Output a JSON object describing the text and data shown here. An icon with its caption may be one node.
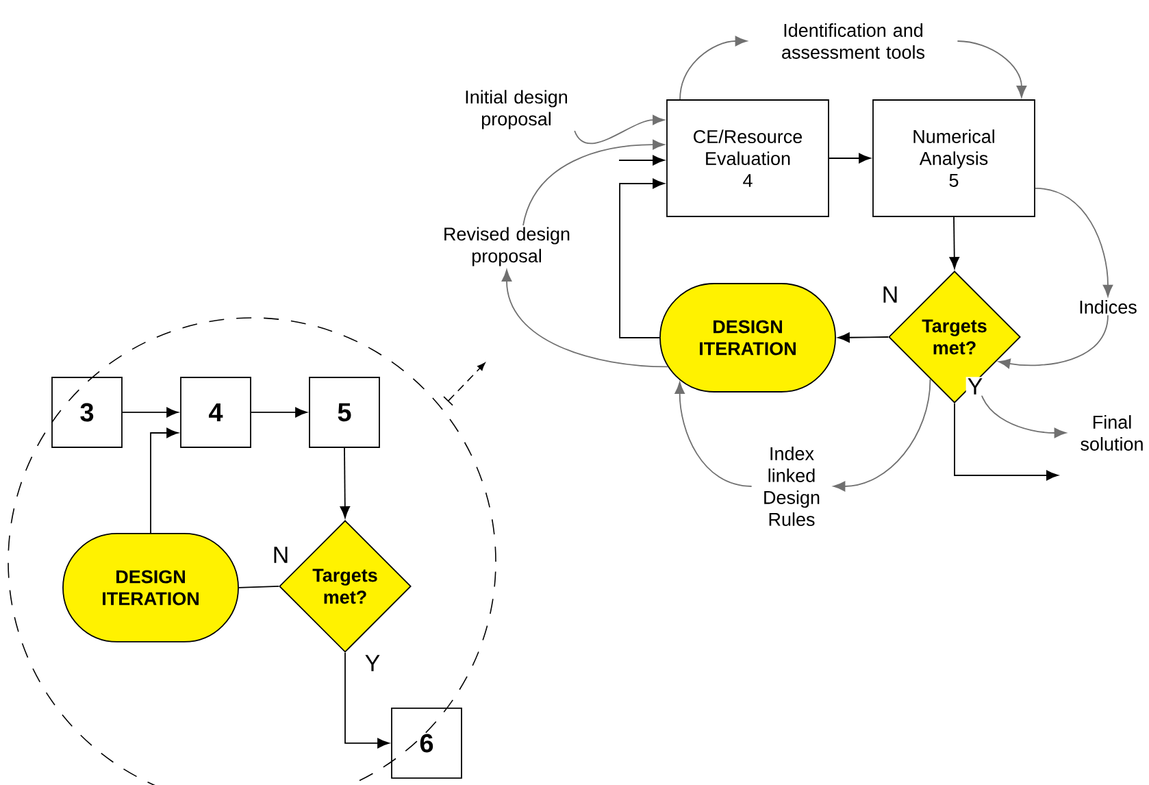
{
  "diagram": {
    "nodes": [
      {
        "text": [
          "Identification and assessment tools"
        ]
      },
      {
        "text": [
          "Initial design proposal"
        ]
      },
      {
        "text": [
          "Revised design proposal"
        ]
      },
      {
        "text": [
          "CE/Resource Evaluation",
          "4"
        ]
      },
      {
        "text": [
          "Numerical Analysis",
          "5"
        ]
      },
      {
        "text": [
          "DESIGN ITERATION"
        ]
      },
      {
        "text": [
          "Targets met?"
        ]
      },
      {
        "text": [
          "Indices"
        ]
      },
      {
        "text": [
          "Final solution"
        ]
      },
      {
        "text": [
          "Index linked Design Rules"
        ]
      },
      {
        "text": [
          "3"
        ]
      },
      {
        "text": [
          "4"
        ]
      },
      {
        "text": [
          "5"
        ]
      },
      {
        "text": [
          "DESIGN ITERATION"
        ]
      },
      {
        "text": [
          "Targets met?"
        ]
      },
      {
        "text": [
          "6"
        ]
      }
    ],
    "edges": [
      {
        "from": 3,
        "to": 0,
        "arrow": "to",
        "color": "#707070"
      },
      {
        "from": 0,
        "to": 4,
        "arrow": "to",
        "color": "#707070"
      },
      {
        "from": 1,
        "to": 3,
        "arrow": "to",
        "color": "#707070"
      },
      {
        "from": 5,
        "to": 2,
        "arrow": "to",
        "color": "#707070"
      },
      {
        "from": 2,
        "to": 3,
        "arrow": "to",
        "color": "#707070"
      },
      {
        "from": 4,
        "to": 7,
        "arrow": "to",
        "color": "#707070"
      },
      {
        "from": 7,
        "to": 6,
        "arrow": "to",
        "color": "#707070"
      },
      {
        "from": 6,
        "to": 8,
        "arrow": "to",
        "color": "#707070"
      },
      {
        "from": 6,
        "to": 9,
        "arrow": "to",
        "color": "#707070"
      },
      {
        "from": 9,
        "to": 5,
        "arrow": "to",
        "color": "#707070"
      },
      {
        "from": null,
        "to": 3,
        "arrow": "to"
      },
      {
        "from": 3,
        "to": 4,
        "arrow": "to"
      },
      {
        "from": 4,
        "to": 6,
        "arrow": "to"
      },
      {
        "from": 6,
        "to": 5,
        "arrow": "to",
        "label": "N"
      },
      {
        "from": 5,
        "to": 3,
        "arrow": "to"
      },
      {
        "from": 6,
        "to": null,
        "arrow": "to",
        "label": "Y"
      },
      {
        "from": 10,
        "to": 11,
        "arrow": "to"
      },
      {
        "from": 13,
        "to": 11,
        "arrow": "to"
      },
      {
        "from": 11,
        "to": 12,
        "arrow": "to"
      },
      {
        "from": 12,
        "to": 14,
        "arrow": "to"
      },
      {
        "from": 14,
        "to": 13,
        "arrow": "none",
        "label": "N"
      },
      {
        "from": 14,
        "to": 15,
        "arrow": "to",
        "label": "Y"
      }
    ]
  }
}
